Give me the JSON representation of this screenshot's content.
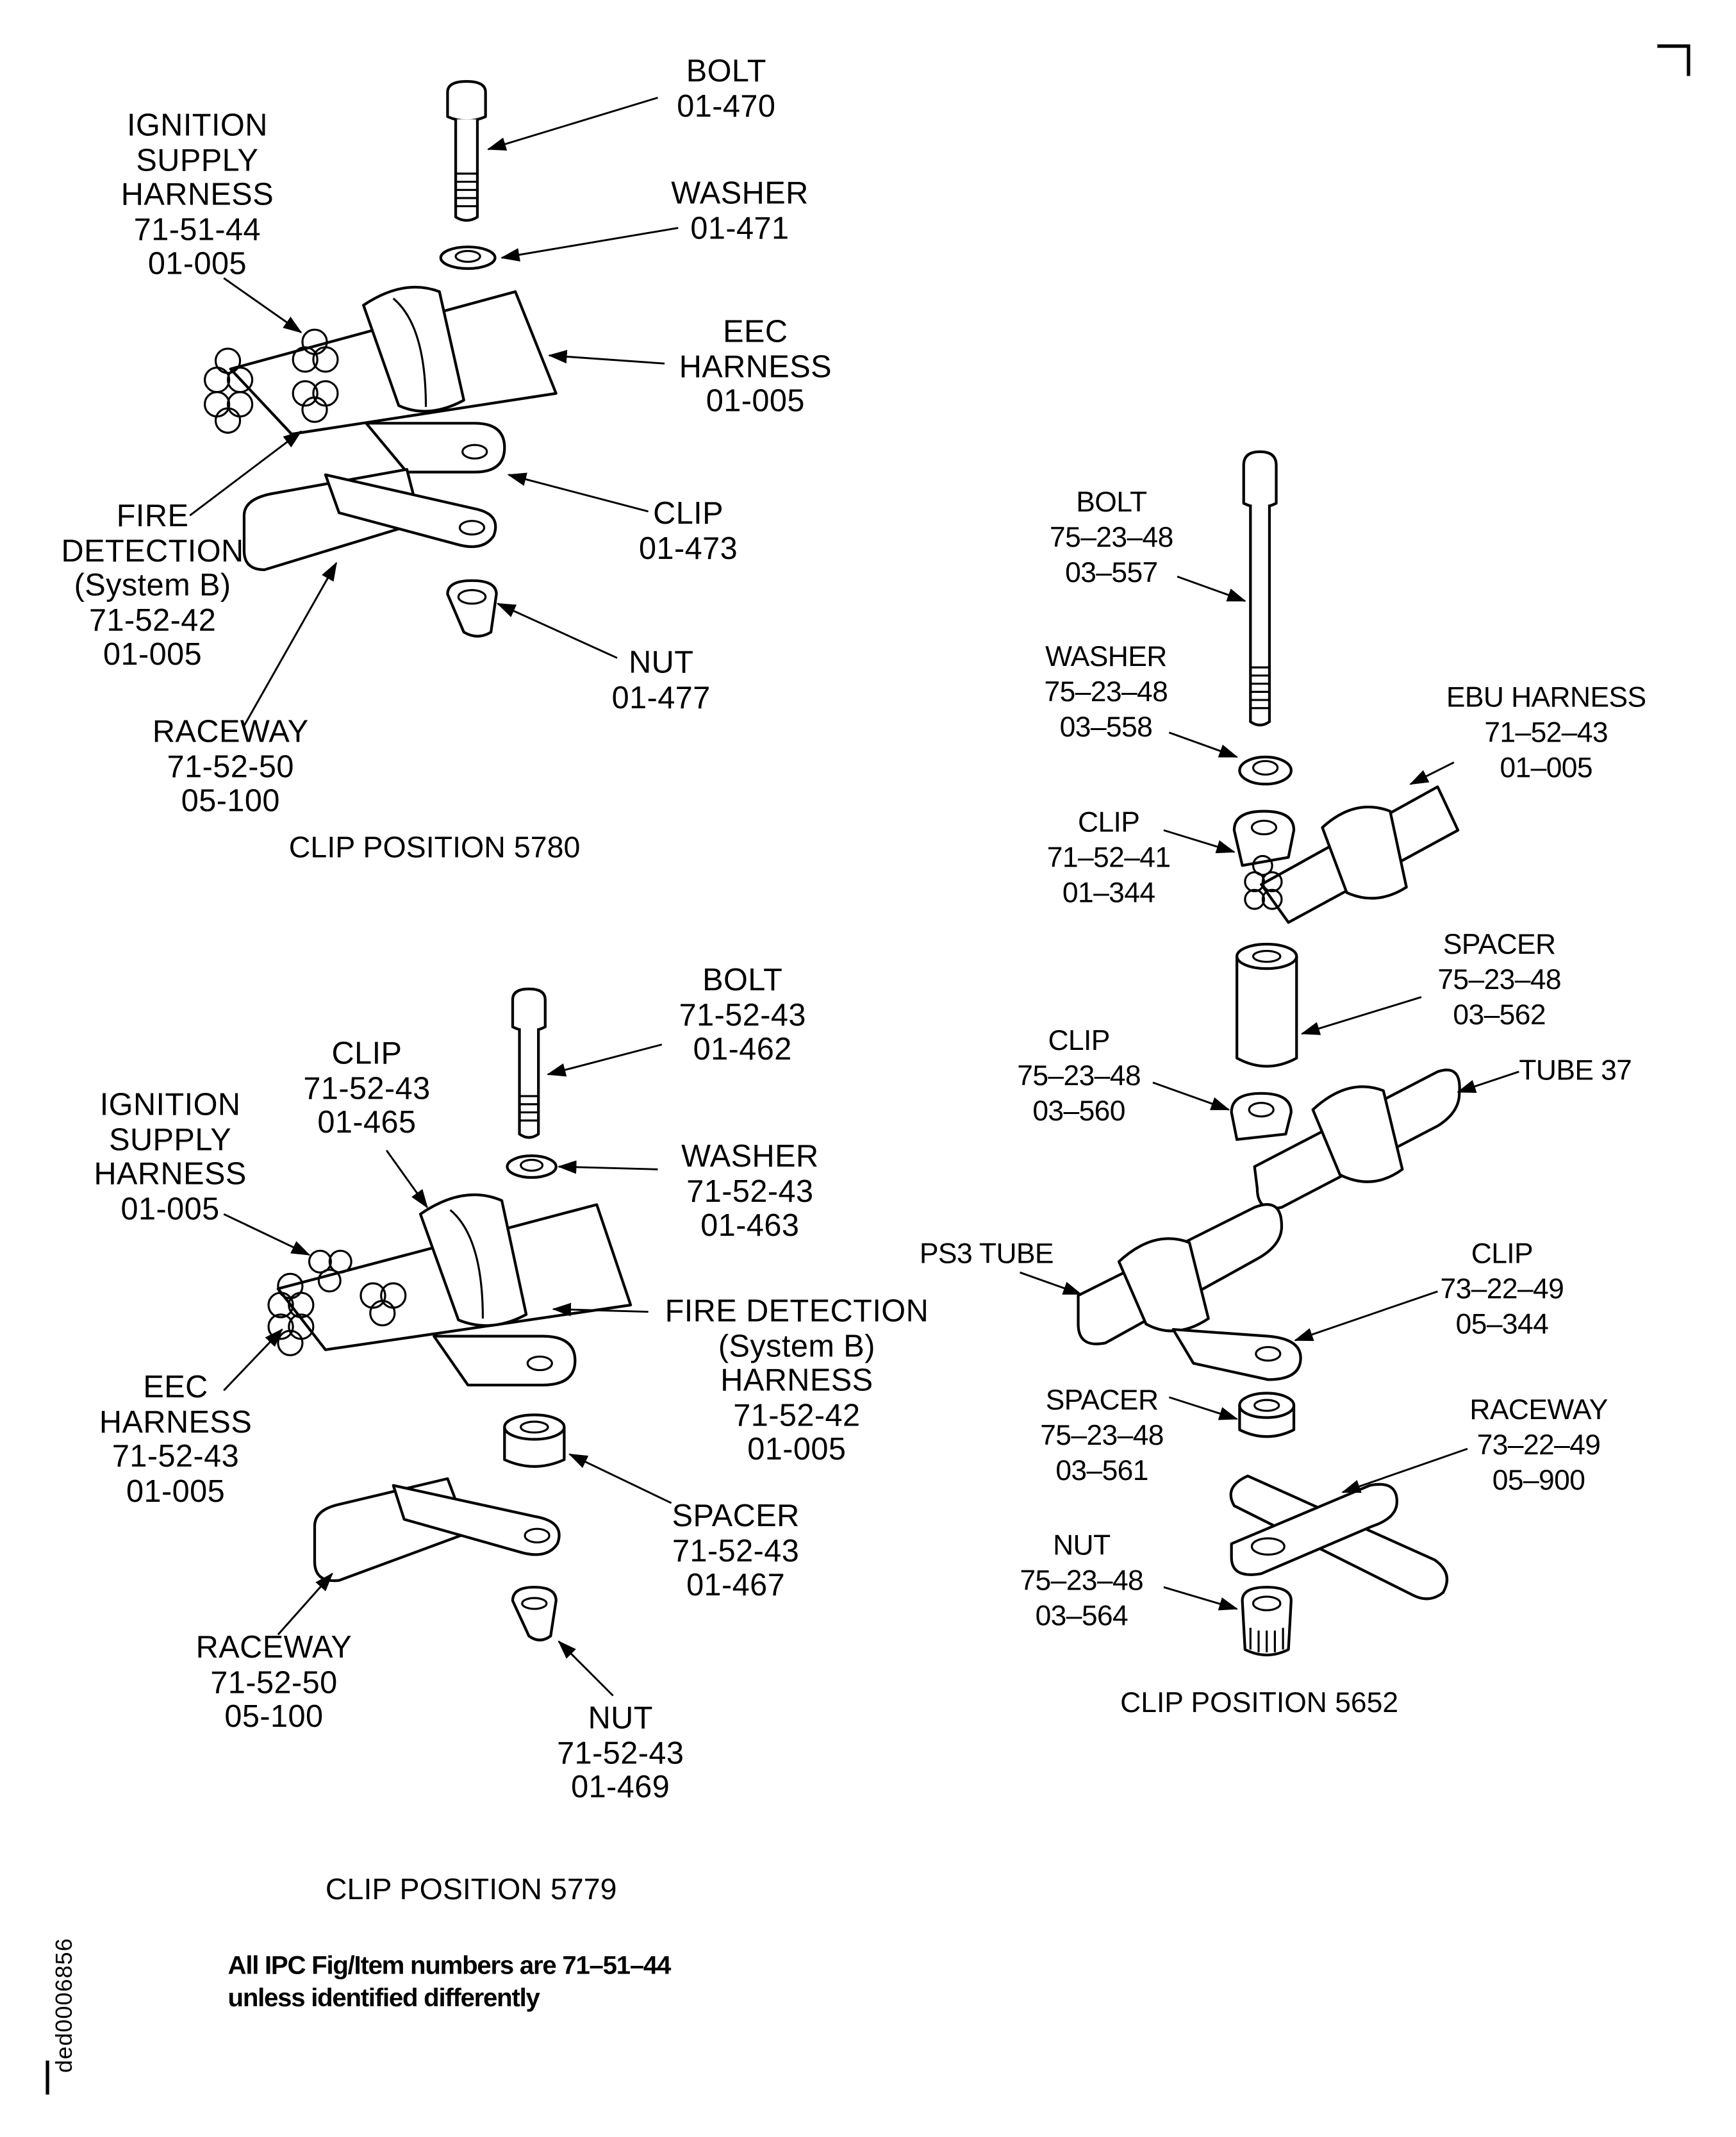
{
  "figure": {
    "document_id": "ded0006856",
    "footnote": [
      "All IPC Fig/Item numbers are 71–51–44",
      "unless identified differently"
    ]
  },
  "clip_5780": {
    "caption": "CLIP POSITION 5780",
    "labels": {
      "bolt": [
        "BOLT",
        "01-470"
      ],
      "washer": [
        "WASHER",
        "01-471"
      ],
      "ignition": [
        "IGNITION",
        "SUPPLY",
        "HARNESS",
        "71-51-44",
        "01-005"
      ],
      "eec": [
        "EEC",
        "HARNESS",
        "01-005"
      ],
      "fire": [
        "FIRE",
        "DETECTION",
        "(System B)",
        "71-52-42",
        "01-005"
      ],
      "clip": [
        "CLIP",
        "01-473"
      ],
      "nut": [
        "NUT",
        "01-477"
      ],
      "raceway": [
        "RACEWAY",
        "71-52-50",
        "05-100"
      ]
    }
  },
  "clip_5779": {
    "caption": "CLIP POSITION 5779",
    "labels": {
      "bolt": [
        "BOLT",
        "71-52-43",
        "01-462"
      ],
      "clip": [
        "CLIP",
        "71-52-43",
        "01-465"
      ],
      "ignition": [
        "IGNITION",
        "SUPPLY",
        "HARNESS",
        "01-005"
      ],
      "washer": [
        "WASHER",
        "71-52-43",
        "01-463"
      ],
      "fire": [
        "FIRE DETECTION",
        "(System B)",
        "HARNESS",
        "71-52-42",
        "01-005"
      ],
      "eec": [
        "EEC",
        "HARNESS",
        "71-52-43",
        "01-005"
      ],
      "spacer": [
        "SPACER",
        "71-52-43",
        "01-467"
      ],
      "raceway": [
        "RACEWAY",
        "71-52-50",
        "05-100"
      ],
      "nut": [
        "NUT",
        "71-52-43",
        "01-469"
      ]
    }
  },
  "clip_5652": {
    "caption": "CLIP POSITION 5652",
    "labels": {
      "bolt": [
        "BOLT",
        "75–23–48",
        "03–557"
      ],
      "washer": [
        "WASHER",
        "75–23–48",
        "03–558"
      ],
      "ebu": [
        "EBU HARNESS",
        "71–52–43",
        "01–005"
      ],
      "clip1": [
        "CLIP",
        "71–52–41",
        "01–344"
      ],
      "spacer1": [
        "SPACER",
        "75–23–48",
        "03–562"
      ],
      "clip2": [
        "CLIP",
        "75–23–48",
        "03–560"
      ],
      "tube37": [
        "TUBE 37"
      ],
      "ps3": [
        "PS3 TUBE"
      ],
      "clip3": [
        "CLIP",
        "73–22–49",
        "05–344"
      ],
      "spacer2": [
        "SPACER",
        "75–23–48",
        "03–561"
      ],
      "raceway": [
        "RACEWAY",
        "73–22–49",
        "05–900"
      ],
      "nut": [
        "NUT",
        "75–23–48",
        "03–564"
      ]
    }
  }
}
